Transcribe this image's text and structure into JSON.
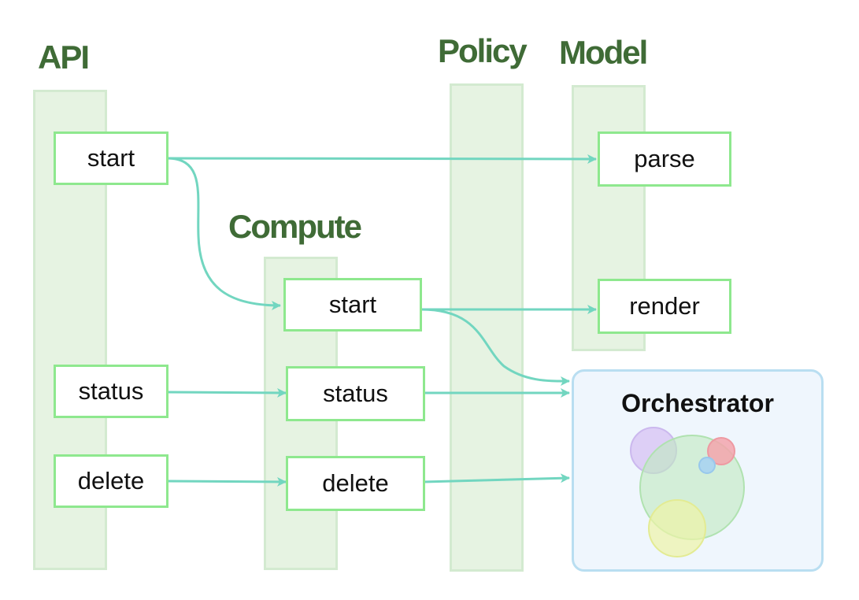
{
  "lanes": {
    "api": {
      "title": "API"
    },
    "policy": {
      "title": "Policy"
    },
    "model": {
      "title": "Model"
    },
    "compute": {
      "title": "Compute"
    }
  },
  "nodes": {
    "api_start": "start",
    "api_status": "status",
    "api_delete": "delete",
    "compute_start": "start",
    "compute_status": "status",
    "compute_delete": "delete",
    "model_parse": "parse",
    "model_render": "render"
  },
  "orchestrator": {
    "title": "Orchestrator",
    "circle_colors": [
      "#d9c8f4",
      "#bfe9bf",
      "#f3a5ad",
      "#a9d3f1",
      "#eef4a6"
    ]
  },
  "colors": {
    "edge": "#72d6c0",
    "node_border": "#8ee88e",
    "lane_fill": "#e6f3e2",
    "title": "#3f6b36",
    "orchestrator_border": "#b9def1",
    "orchestrator_fill": "#eff6fd"
  }
}
